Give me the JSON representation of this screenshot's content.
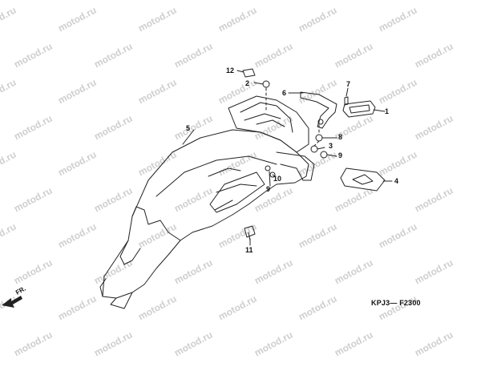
{
  "diagram": {
    "code": "KPJ3— F2300",
    "direction_label": "FR.",
    "watermark": "motod.ru",
    "callouts": [
      "1",
      "2",
      "4",
      "5",
      "6",
      "7",
      "8",
      "3",
      "9",
      "12",
      "10",
      "9",
      "11"
    ],
    "colors": {
      "line": "#222222",
      "watermark": "#cfcfcf"
    }
  }
}
